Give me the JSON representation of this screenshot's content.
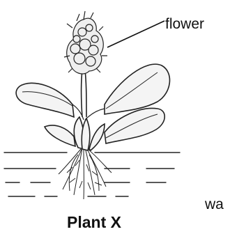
{
  "diagram": {
    "flower_label": "flower",
    "water_label": "wa",
    "plant_label": "Plant X"
  },
  "colors": {
    "ink": "#111111",
    "leaf_fill": "#f4f4f4",
    "flower_fill": "#eeeeee"
  }
}
